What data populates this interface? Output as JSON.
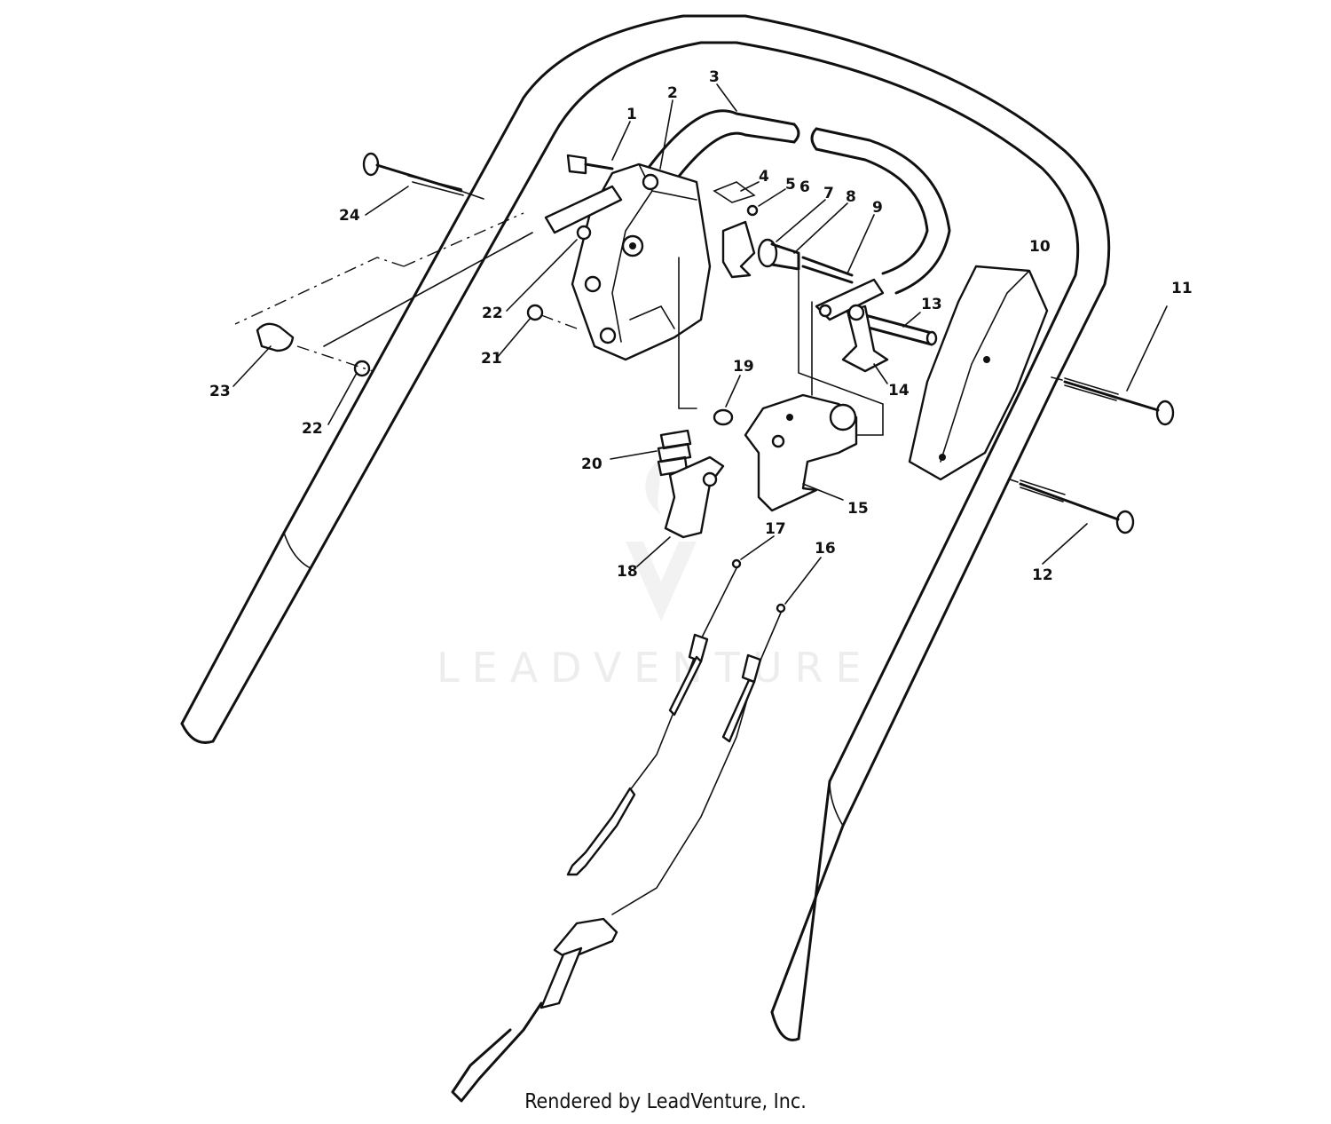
{
  "diagram": {
    "callouts": [
      {
        "id": "1",
        "label": "1"
      },
      {
        "id": "2",
        "label": "2"
      },
      {
        "id": "3",
        "label": "3"
      },
      {
        "id": "4",
        "label": "4"
      },
      {
        "id": "5",
        "label": "5"
      },
      {
        "id": "6",
        "label": "6"
      },
      {
        "id": "7",
        "label": "7"
      },
      {
        "id": "8",
        "label": "8"
      },
      {
        "id": "9",
        "label": "9"
      },
      {
        "id": "10",
        "label": "10"
      },
      {
        "id": "11",
        "label": "11"
      },
      {
        "id": "12",
        "label": "12"
      },
      {
        "id": "13",
        "label": "13"
      },
      {
        "id": "14",
        "label": "14"
      },
      {
        "id": "15",
        "label": "15"
      },
      {
        "id": "16",
        "label": "16"
      },
      {
        "id": "17",
        "label": "17"
      },
      {
        "id": "18",
        "label": "18"
      },
      {
        "id": "19",
        "label": "19"
      },
      {
        "id": "20",
        "label": "20"
      },
      {
        "id": "21",
        "label": "21"
      },
      {
        "id": "22a",
        "label": "22"
      },
      {
        "id": "22b",
        "label": "22"
      },
      {
        "id": "23",
        "label": "23"
      },
      {
        "id": "24",
        "label": "24"
      }
    ],
    "watermark": "LEADVENTURE"
  },
  "footer": "Rendered by LeadVenture, Inc."
}
